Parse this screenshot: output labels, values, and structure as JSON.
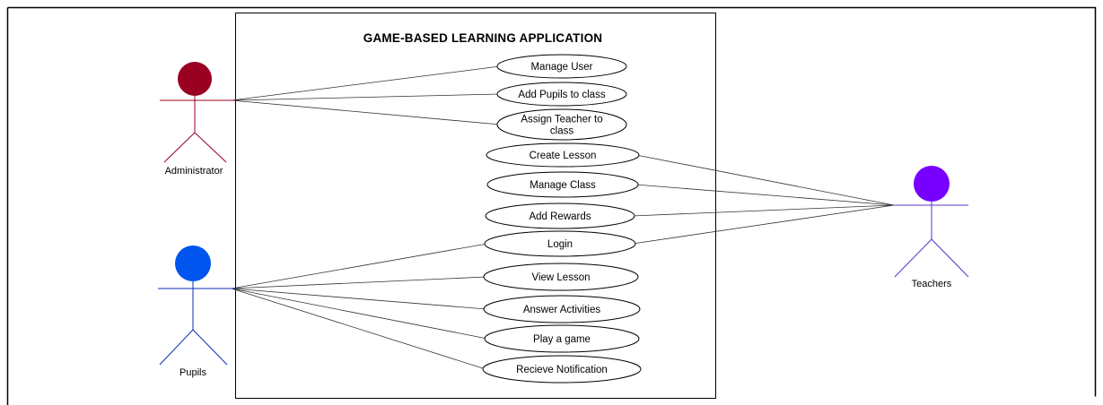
{
  "system": {
    "title": "GAME-BASED LEARNING APPLICATION"
  },
  "actors": [
    {
      "id": "administrator",
      "label": "Administrator",
      "head_color": "#990022",
      "line_color": "#990022"
    },
    {
      "id": "pupils",
      "label": "Pupils",
      "head_color": "#0055ee",
      "line_color": "#0b2fb8"
    },
    {
      "id": "teachers",
      "label": "Teachers",
      "head_color": "#7700ff",
      "line_color": "#5533cc"
    }
  ],
  "use_cases": [
    {
      "id": "manage-user",
      "lines": [
        "Manage User"
      ]
    },
    {
      "id": "add-pupils-to-class",
      "lines": [
        "Add Pupils to class"
      ]
    },
    {
      "id": "assign-teacher-to-class",
      "lines": [
        "Assign Teacher to",
        "class"
      ]
    },
    {
      "id": "create-lesson",
      "lines": [
        "Create Lesson"
      ]
    },
    {
      "id": "manage-class",
      "lines": [
        "Manage Class"
      ]
    },
    {
      "id": "add-rewards",
      "lines": [
        "Add Rewards"
      ]
    },
    {
      "id": "login",
      "lines": [
        "Login"
      ]
    },
    {
      "id": "view-lesson",
      "lines": [
        "View Lesson"
      ]
    },
    {
      "id": "answer-activities",
      "lines": [
        "Answer Activities"
      ]
    },
    {
      "id": "play-a-game",
      "lines": [
        "Play a game"
      ]
    },
    {
      "id": "recieve-notification",
      "lines": [
        "Recieve Notification"
      ]
    }
  ],
  "associations": [
    {
      "actor": "administrator",
      "use_case": "manage-user"
    },
    {
      "actor": "administrator",
      "use_case": "add-pupils-to-class"
    },
    {
      "actor": "administrator",
      "use_case": "assign-teacher-to-class"
    },
    {
      "actor": "teachers",
      "use_case": "create-lesson"
    },
    {
      "actor": "teachers",
      "use_case": "manage-class"
    },
    {
      "actor": "teachers",
      "use_case": "add-rewards"
    },
    {
      "actor": "teachers",
      "use_case": "login"
    },
    {
      "actor": "pupils",
      "use_case": "login"
    },
    {
      "actor": "pupils",
      "use_case": "view-lesson"
    },
    {
      "actor": "pupils",
      "use_case": "answer-activities"
    },
    {
      "actor": "pupils",
      "use_case": "play-a-game"
    },
    {
      "actor": "pupils",
      "use_case": "recieve-notification"
    }
  ]
}
